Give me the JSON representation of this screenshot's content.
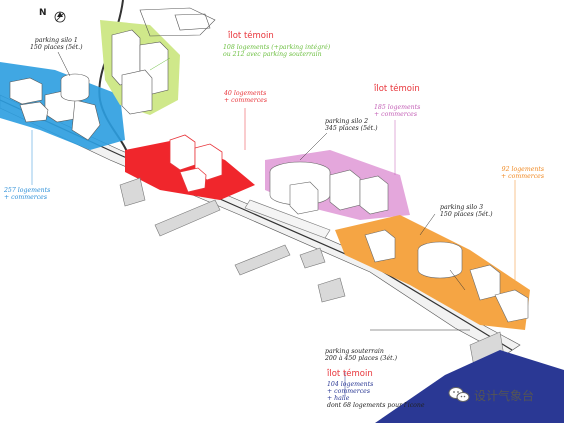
{
  "compass": {
    "north_letter": "N"
  },
  "labels": {
    "parking1": {
      "line1": "parking silo 1",
      "line2": "150 places (5ét.)"
    },
    "temoin_green": {
      "title": "îlot témoin",
      "line1": "108 logements (+parking intégré)",
      "line2": "ou 212 avec parking souterrain"
    },
    "red": {
      "line1": "40 logements",
      "line2": "+ commerces"
    },
    "pink": {
      "title": "îlot témoin",
      "line1": "185 logements",
      "line2": "+ commerces"
    },
    "parking2": {
      "line1": "parking silo 2",
      "line2": "345 places (5ét.)"
    },
    "blue": {
      "line1": "257 logements",
      "line2": "+ commerces"
    },
    "orange": {
      "line1": "92 logements",
      "line2": "+ commerces"
    },
    "parking3": {
      "line1": "parking silo 3",
      "line2": "150 places (5ét.)"
    },
    "souterrain": {
      "line1": "parking souterrain",
      "line2": "200 à 450 places (3ét.)"
    },
    "temoin_navy": {
      "title": "îlot témoin",
      "line1": "104 logements",
      "line2": "+ commerces",
      "line3": "+ halle",
      "line4": "dont 68 logements pour l'icone"
    }
  },
  "watermark": {
    "text": "设计气象台"
  },
  "colors": {
    "green": "#cfe88a",
    "red": "#f0262c",
    "pink": "#e4a7dc",
    "orange": "#f5a544",
    "blue": "#2b9de0",
    "navy": "#2a3894"
  }
}
